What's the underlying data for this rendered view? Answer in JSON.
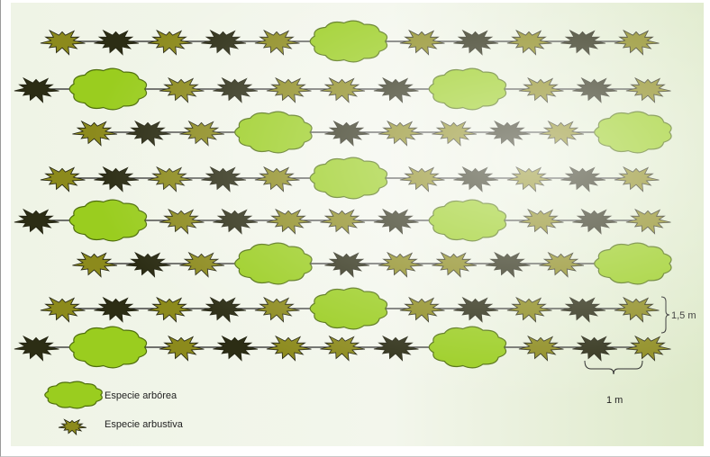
{
  "legend": {
    "tree_label": "Especie arbórea",
    "shrub_label": "Especie arbustiva"
  },
  "dimensions": {
    "row_spacing": "1,5 m",
    "plant_spacing": "1 m"
  },
  "colors": {
    "tree_fill": "#9acd1f",
    "tree_stroke": "#4f6e0d",
    "shrub_olive": "#8c8a1c",
    "shrub_dark": "#2c2d14",
    "row_line": "#222222"
  },
  "rows": [
    [
      "o",
      "d",
      "o",
      "d",
      "o",
      "T",
      "o",
      "d",
      "o",
      "d",
      "o"
    ],
    [
      "d",
      "T",
      "o",
      "d",
      "o",
      "o",
      "d",
      "T",
      "o",
      "d",
      "o"
    ],
    [
      "o",
      "d",
      "o",
      "T",
      "d",
      "o",
      "o",
      "d",
      "o",
      "T"
    ],
    [
      "o",
      "d",
      "o",
      "d",
      "o",
      "T",
      "o",
      "d",
      "o",
      "d",
      "o"
    ],
    [
      "d",
      "T",
      "o",
      "d",
      "o",
      "o",
      "d",
      "T",
      "o",
      "d",
      "o"
    ],
    [
      "o",
      "d",
      "o",
      "T",
      "d",
      "o",
      "o",
      "d",
      "o",
      "T"
    ],
    [
      "o",
      "d",
      "o",
      "d",
      "o",
      "T",
      "o",
      "d",
      "o",
      "d",
      "o"
    ],
    [
      "d",
      "T",
      "o",
      "d",
      "o",
      "o",
      "d",
      "T",
      "o",
      "d",
      "o"
    ]
  ]
}
